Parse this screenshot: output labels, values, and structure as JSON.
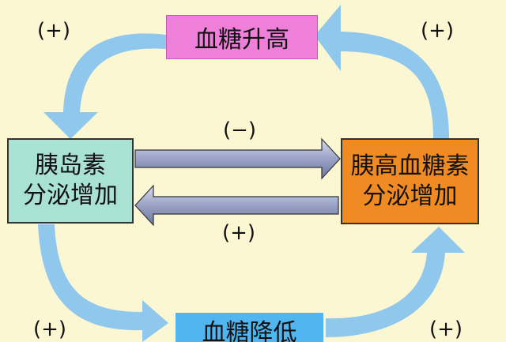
{
  "nodes": {
    "top": "血糖升高",
    "left": [
      "胰岛素",
      "分泌增加"
    ],
    "right": [
      "胰高血糖素",
      "分泌增加"
    ],
    "bottom": "血糖降低"
  },
  "signs": {
    "top_left": "(+)",
    "top_right": "(+)",
    "middle_top": "(−)",
    "middle_bottom": "(+)",
    "bottom_left": "(+)",
    "bottom_right": "(+)"
  },
  "colors": {
    "background": "#fbf7d2",
    "top_box": "#ef80d9",
    "left_box": "#a9e1d2",
    "right_box": "#f08a22",
    "bottom_box": "#51b6ef",
    "curved_arrow": "#8fc8ec",
    "straight_arrow": "#9aa3c8"
  }
}
